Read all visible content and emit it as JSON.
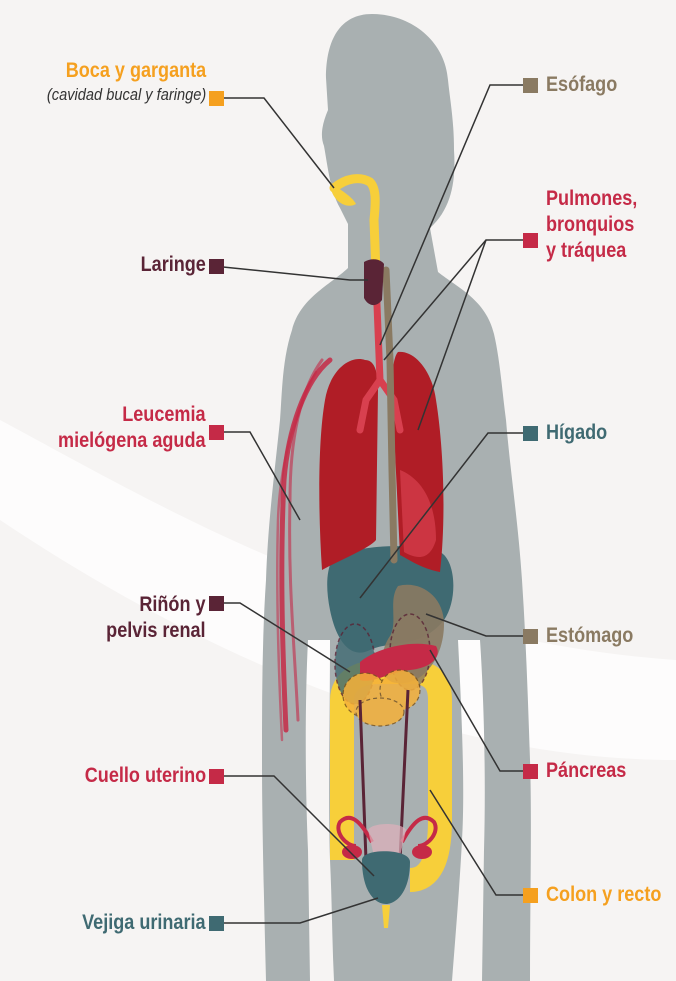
{
  "colors": {
    "background": "#f6f4f3",
    "body": "#a9b0b1",
    "orange": "#f5a01f",
    "maroon": "#5a2436",
    "crimson": "#c52a47",
    "teal": "#3f6a72",
    "taupe": "#8a7a62",
    "yellow": "#f7cf3a",
    "lung": "#b01d26"
  },
  "labels": {
    "boca": {
      "lines": [
        "Boca y garganta"
      ],
      "sub": "(cavidad bucal y faringe)",
      "color": "orange"
    },
    "laringe": {
      "lines": [
        "Laringe"
      ],
      "color": "maroon"
    },
    "leucemia": {
      "lines": [
        "Leucemia",
        "mielógena aguda"
      ],
      "color": "crimson"
    },
    "rinon": {
      "lines": [
        "Riñón y",
        "pelvis renal"
      ],
      "color": "maroon"
    },
    "cuello": {
      "lines": [
        "Cuello uterino"
      ],
      "color": "crimson"
    },
    "vejiga": {
      "lines": [
        "Vejiga urinaria"
      ],
      "color": "teal"
    },
    "esofago": {
      "lines": [
        "Esófago"
      ],
      "color": "taupe"
    },
    "pulmones": {
      "lines": [
        "Pulmones,",
        "bronquios",
        "y tráquea"
      ],
      "color": "crimson"
    },
    "higado": {
      "lines": [
        "Hígado"
      ],
      "color": "teal"
    },
    "estomago": {
      "lines": [
        "Estómago"
      ],
      "color": "taupe"
    },
    "pancreas": {
      "lines": [
        "Páncreas"
      ],
      "color": "crimson"
    },
    "colon": {
      "lines": [
        "Colon y recto"
      ],
      "color": "orange"
    }
  }
}
